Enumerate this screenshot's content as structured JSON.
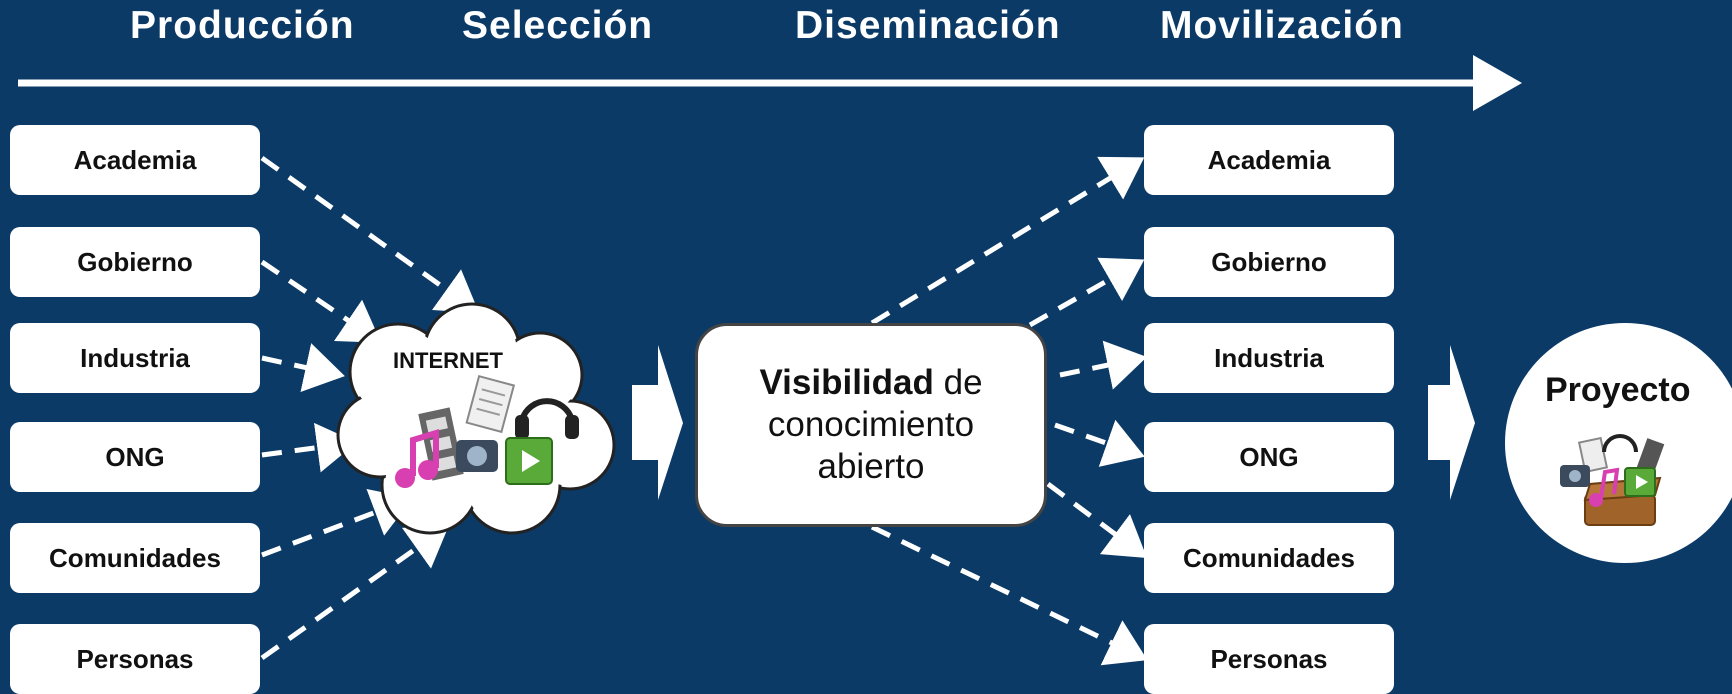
{
  "phases": [
    "Producción",
    "Selección",
    "Diseminación",
    "Movilización"
  ],
  "sources": [
    "Academia",
    "Gobierno",
    "Industria",
    "ONG",
    "Comunidades",
    "Personas"
  ],
  "targets": [
    "Academia",
    "Gobierno",
    "Industria",
    "ONG",
    "Comunidades",
    "Personas"
  ],
  "internet": {
    "label": "INTERNET"
  },
  "center": {
    "bold": "Visibilidad",
    "rest1": " de",
    "rest2": "conocimiento",
    "rest3": "abierto"
  },
  "project": {
    "label": "Proyecto"
  },
  "colors": {
    "background": "#0b3a66",
    "foreground": "#ffffff"
  }
}
